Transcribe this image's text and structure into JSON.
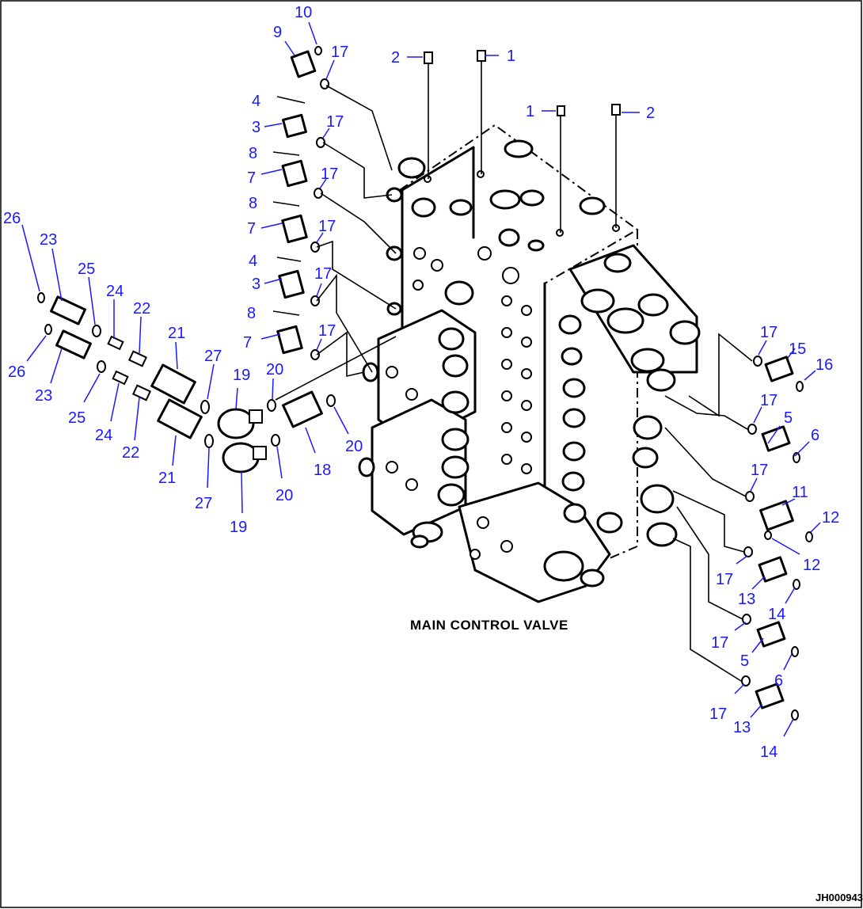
{
  "diagram_title": "MAIN CONTROL VALVE",
  "drawing_code": "JH000943",
  "callouts": [
    "1",
    "1",
    "2",
    "2",
    "3",
    "3",
    "4",
    "4",
    "5",
    "5",
    "6",
    "6",
    "7",
    "7",
    "7",
    "8",
    "8",
    "8",
    "9",
    "10",
    "11",
    "12",
    "12",
    "13",
    "13",
    "14",
    "14",
    "15",
    "16",
    "17",
    "17",
    "17",
    "17",
    "17",
    "17",
    "17",
    "17",
    "17",
    "17",
    "17",
    "17",
    "18",
    "19",
    "19",
    "20",
    "20",
    "20",
    "21",
    "21",
    "22",
    "22",
    "23",
    "23",
    "24",
    "24",
    "25",
    "25",
    "26",
    "26",
    "27",
    "27"
  ],
  "colors": {
    "callout": "#1a1aff",
    "line_art": "#000000",
    "background": "#ffffff"
  }
}
